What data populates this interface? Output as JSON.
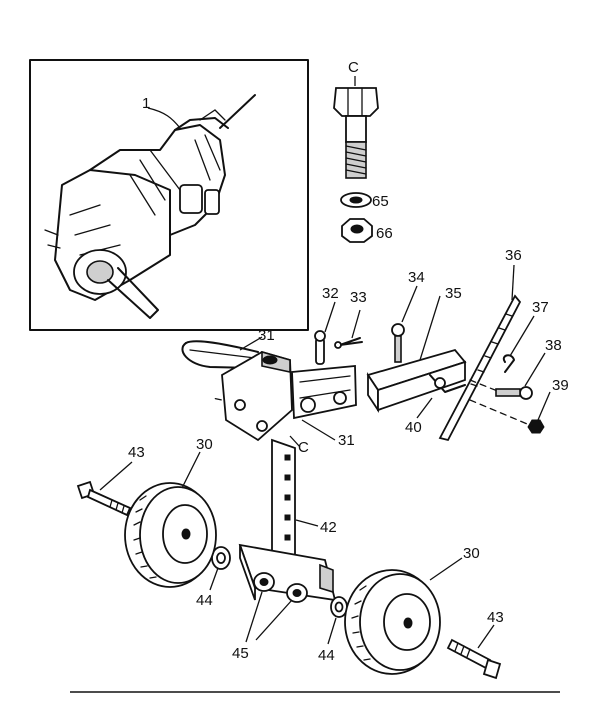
{
  "callouts": {
    "p1": "1",
    "c_top": "C",
    "p65": "65",
    "p66": "66",
    "p36": "36",
    "p34": "34",
    "p35": "35",
    "p32": "32",
    "p33": "33",
    "p37": "37",
    "p38": "38",
    "p39": "39",
    "p31a": "31",
    "p40": "40",
    "c_mid": "C",
    "p31b": "31",
    "p43a": "43",
    "p30a": "30",
    "p42": "42",
    "p44a": "44",
    "p45": "45",
    "p30b": "30",
    "p44b": "44",
    "p43b": "43"
  }
}
